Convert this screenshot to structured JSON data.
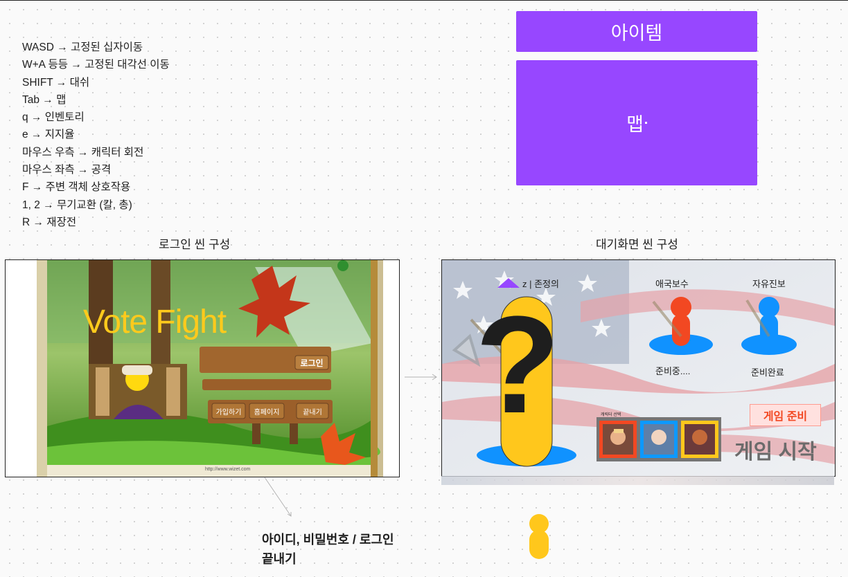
{
  "controls": [
    "WASD → 고정된 십자이동",
    "W+A 등등 → 고정된 대각선 이동",
    "SHIFT → 대쉬",
    "Tab → 맵",
    "q → 인벤토리",
    "e → 지지율",
    "마우스 우측 → 캐릭터 회전",
    "마우스 좌측 → 공격",
    "F → 주변 객체 상호작용",
    "1, 2 → 무기교환 (칼, 총)",
    "R → 재장전"
  ],
  "panels": {
    "item": "아이템",
    "map": "맵"
  },
  "login_scene": {
    "title": "로그인 씬 구성",
    "game_title": "Vote Fight",
    "login_button": "로그인",
    "sign_up": "가입하기",
    "homepage": "홈페이지",
    "exit": "끝내기",
    "url": "http://www.wizet.com"
  },
  "lobby_scene": {
    "title": "대기화면 씬 구성",
    "player_label": "z | 존정의",
    "player2_label": "애국보수",
    "player3_label": "자유진보",
    "player2_status": "준비중....",
    "player3_status": "준비완료",
    "character_select": "캐릭터 선택",
    "ready_button": "게임 준비",
    "start_button": "게임 시작",
    "mystery": "?"
  },
  "note": {
    "line1": "아이디, 비밀번호 / 로그인",
    "line2": "끝내기"
  },
  "colors": {
    "purple": "#9747ff",
    "yellow": "#ffc71c",
    "blue": "#1092ff",
    "red": "#f24822"
  }
}
